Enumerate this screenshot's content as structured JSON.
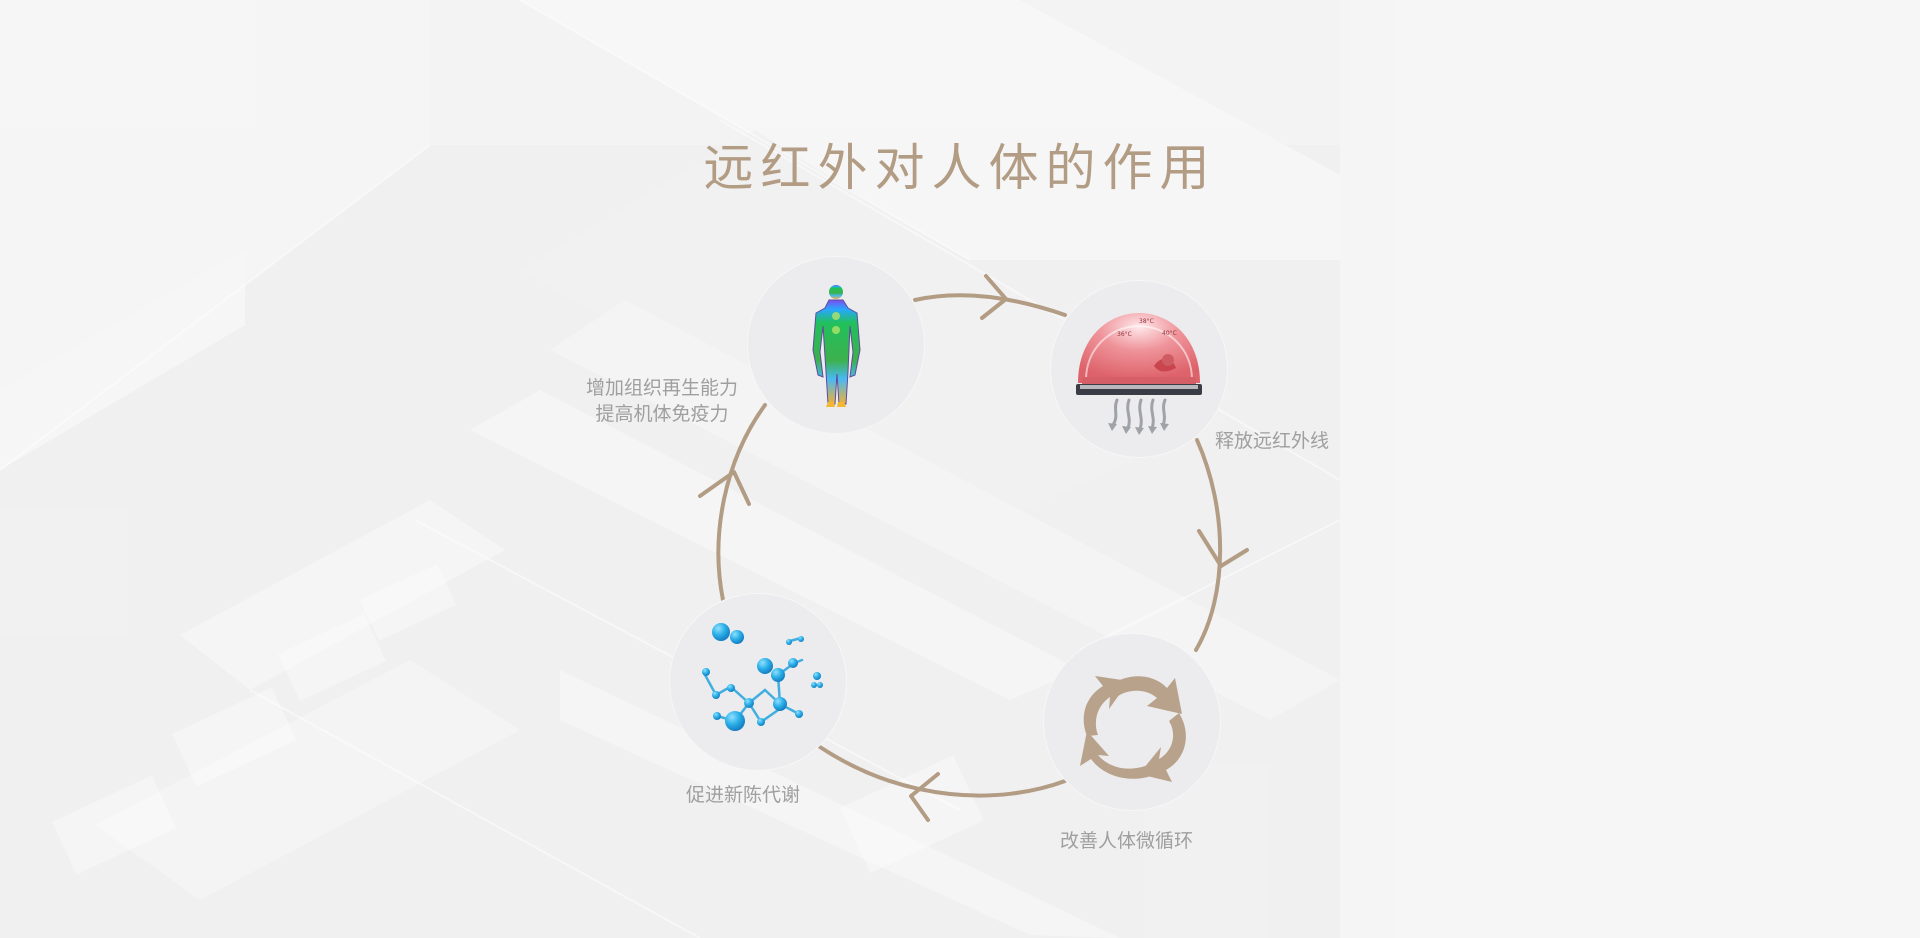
{
  "title": "远红外对人体的作用",
  "colors": {
    "accent": "#b39c84",
    "label": "#9f9f9f",
    "circle_bg": "#ececee",
    "page_bg": "#f4f4f5"
  },
  "steps": [
    {
      "label": "释放远红外线",
      "icon": "infrared-warmer-icon"
    },
    {
      "label": "改善人体微循环",
      "icon": "cycle-arrows-icon"
    },
    {
      "label": "促进新陈代谢",
      "icon": "molecule-icon"
    },
    {
      "label_lines": [
        "增加组织再生能力",
        "提高机体免疫力"
      ],
      "icon": "human-body-icon"
    }
  ],
  "connector": {
    "type": "clockwise-cycle-arrows",
    "icon": "chevron-arrow-icon"
  }
}
